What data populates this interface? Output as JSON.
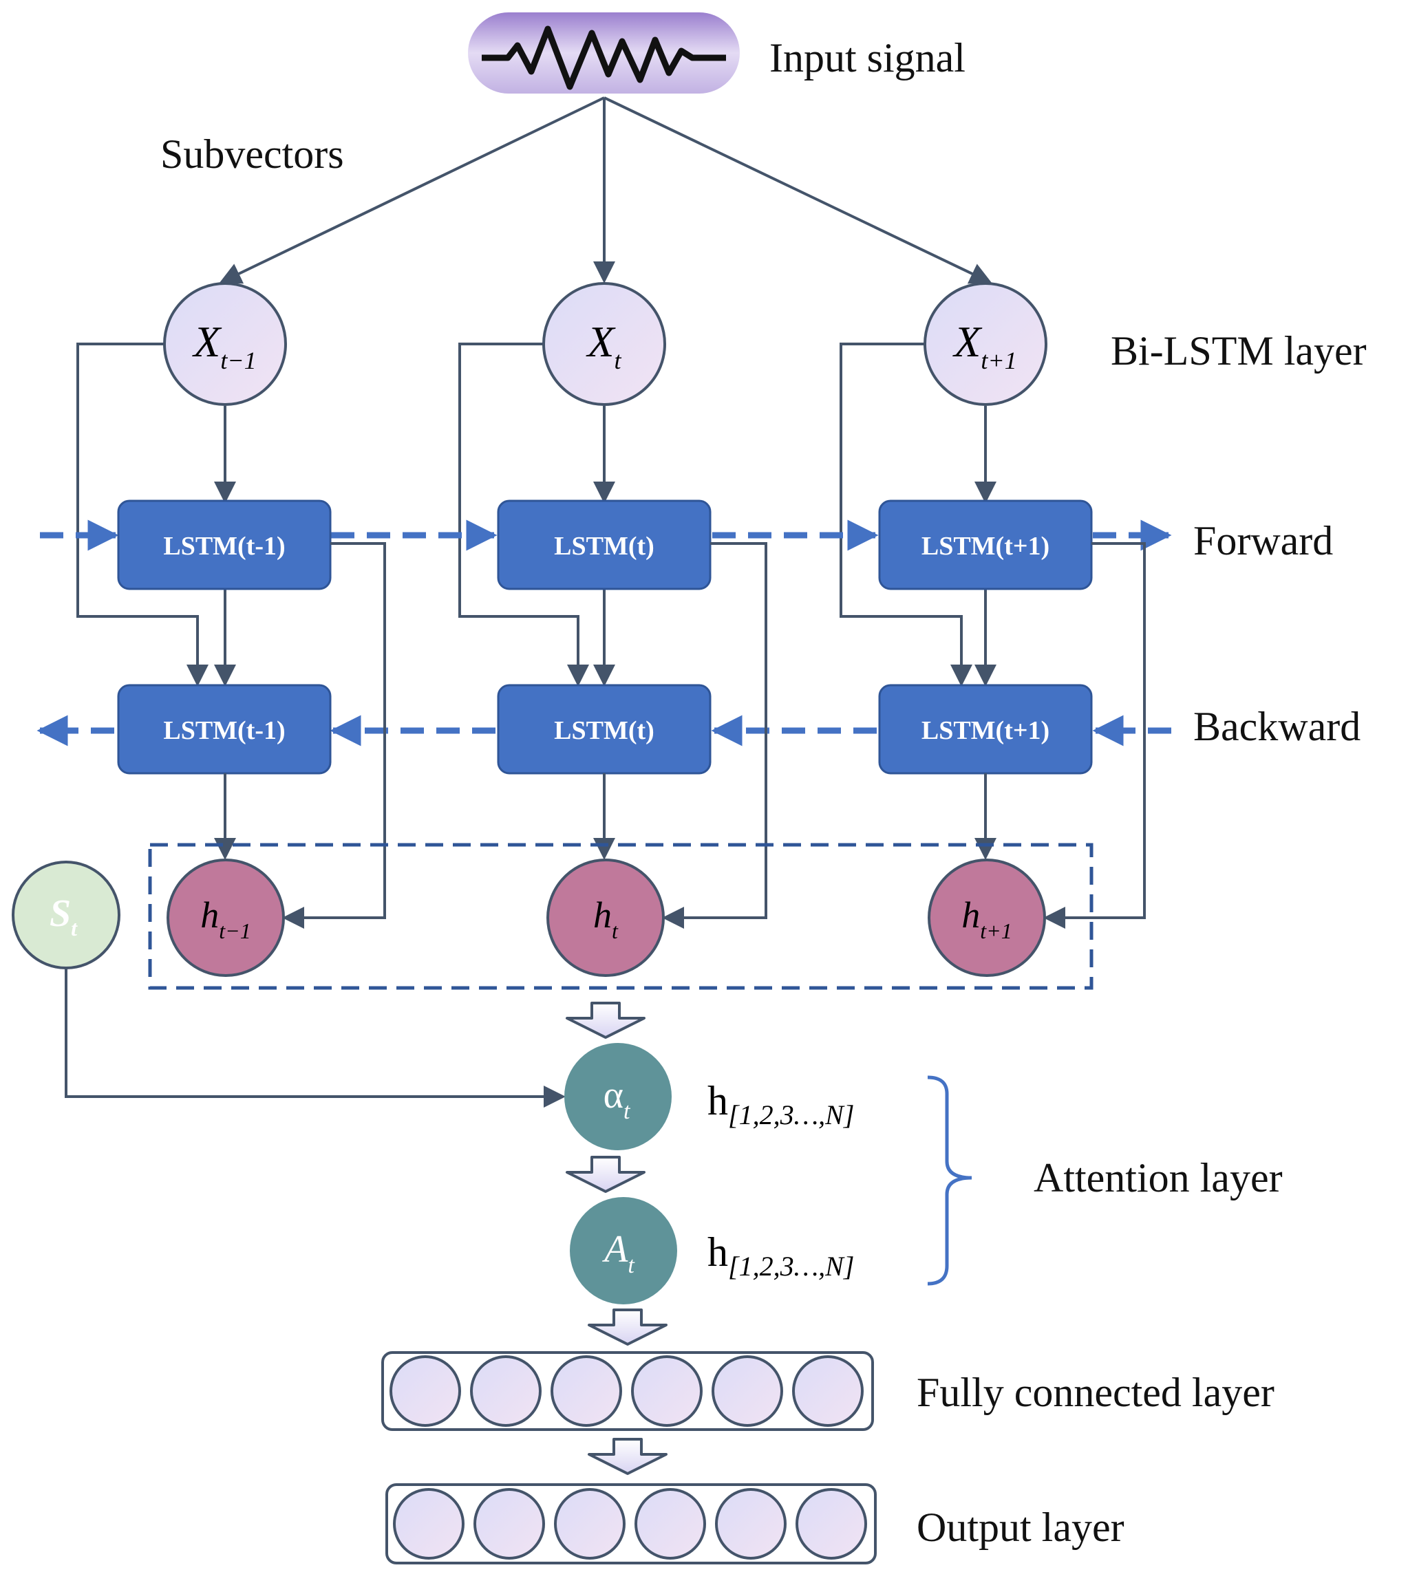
{
  "labels": {
    "input_signal": "Input signal",
    "subvectors": "Subvectors",
    "bilstm_layer": "Bi-LSTM layer",
    "forward": "Forward",
    "backward": "Backward",
    "attention_layer": "Attention  layer",
    "fully_connected_layer": "Fully connected  layer",
    "output_layer": "Output layer"
  },
  "inputs": [
    {
      "base": "X",
      "sub": "t−1"
    },
    {
      "base": "X",
      "sub": "t"
    },
    {
      "base": "X",
      "sub": "t+1"
    }
  ],
  "lstm_forward": [
    "LSTM(t-1)",
    "LSTM(t)",
    "LSTM(t+1)"
  ],
  "lstm_backward": [
    "LSTM(t-1)",
    "LSTM(t)",
    "LSTM(t+1)"
  ],
  "hidden": [
    {
      "base": "h",
      "sub": "t−1"
    },
    {
      "base": "h",
      "sub": "t"
    },
    {
      "base": "h",
      "sub": "t+1"
    }
  ],
  "state": {
    "base": "S",
    "sub": "t"
  },
  "alpha": {
    "base": "α",
    "sub": "t"
  },
  "attn": {
    "base": "A",
    "sub": "t"
  },
  "h_seq_1": {
    "base": "h",
    "sub": "[1,2,3…,N]"
  },
  "h_seq_2": {
    "base": "h",
    "sub": "[1,2,3…,N]"
  },
  "colors": {
    "lstm_fill": "#4472c4",
    "hidden_fill": "#c0799b",
    "attention_fill": "#5f9399",
    "state_fill": "#d9ead3",
    "input_fill": "#e6e1f7",
    "arrow": "#44546a",
    "dashed_blue": "#4472c4"
  }
}
